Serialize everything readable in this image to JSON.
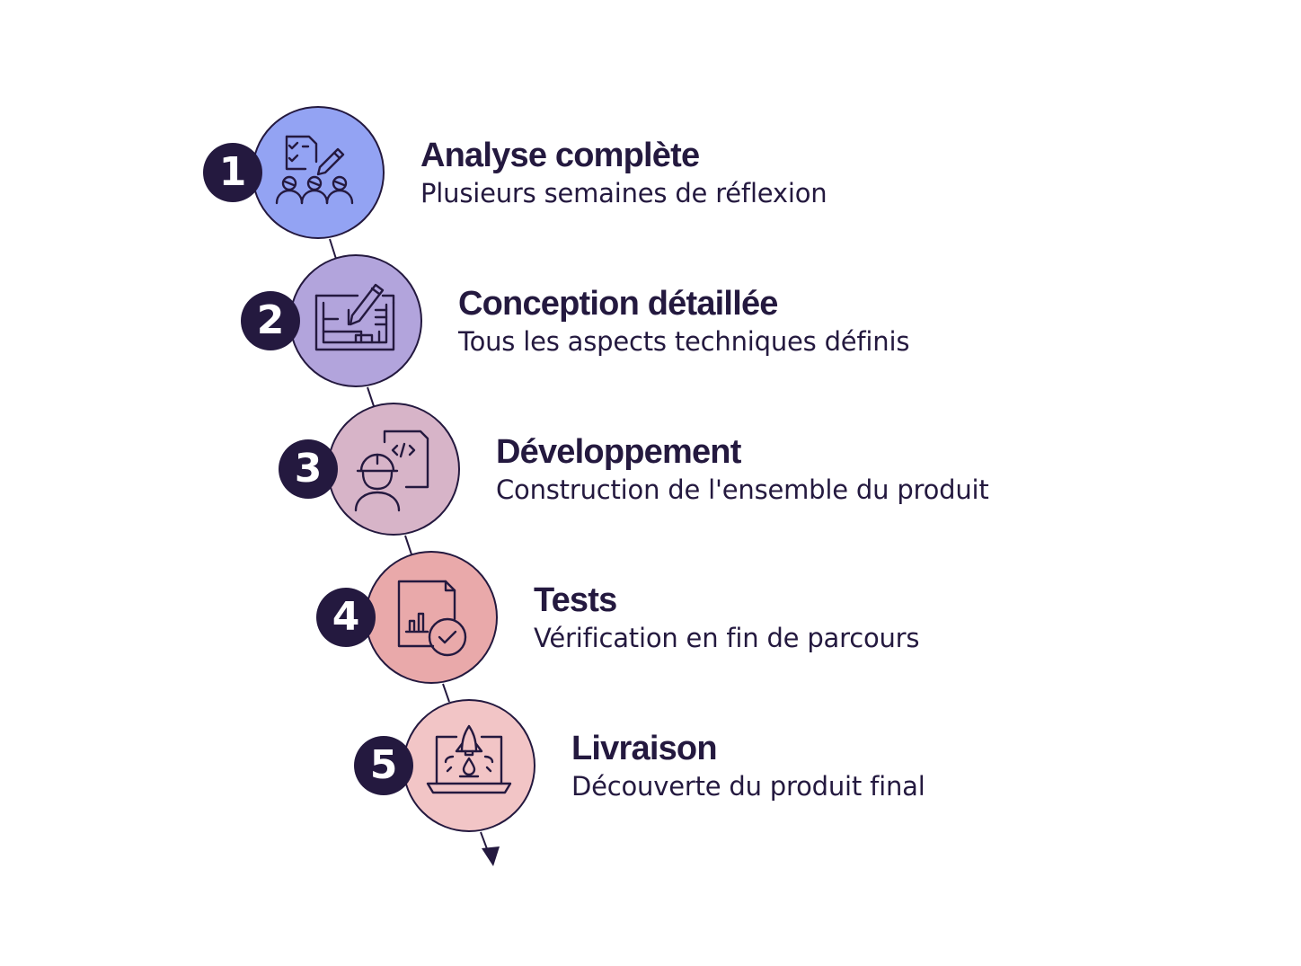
{
  "steps": [
    {
      "number": "1",
      "title": "Analyse complète",
      "description": "Plusieurs semaines de réflexion",
      "color": "#93a3f3",
      "icon": "team-planning-icon"
    },
    {
      "number": "2",
      "title": "Conception détaillée",
      "description": "Tous les aspects techniques définis",
      "color": "#b2a4dc",
      "icon": "blueprint-design-icon"
    },
    {
      "number": "3",
      "title": "Développement",
      "description": "Construction de l'ensemble du produit",
      "color": "#d7b4c8",
      "icon": "developer-code-icon"
    },
    {
      "number": "4",
      "title": "Tests",
      "description": "Vérification en fin de parcours",
      "color": "#e9a9aa",
      "icon": "report-check-icon"
    },
    {
      "number": "5",
      "title": "Livraison",
      "description": "Découverte du produit final",
      "color": "#f2c5c6",
      "icon": "rocket-launch-laptop-icon"
    }
  ],
  "colors": {
    "dark": "#24193f",
    "background": "#ffffff"
  }
}
